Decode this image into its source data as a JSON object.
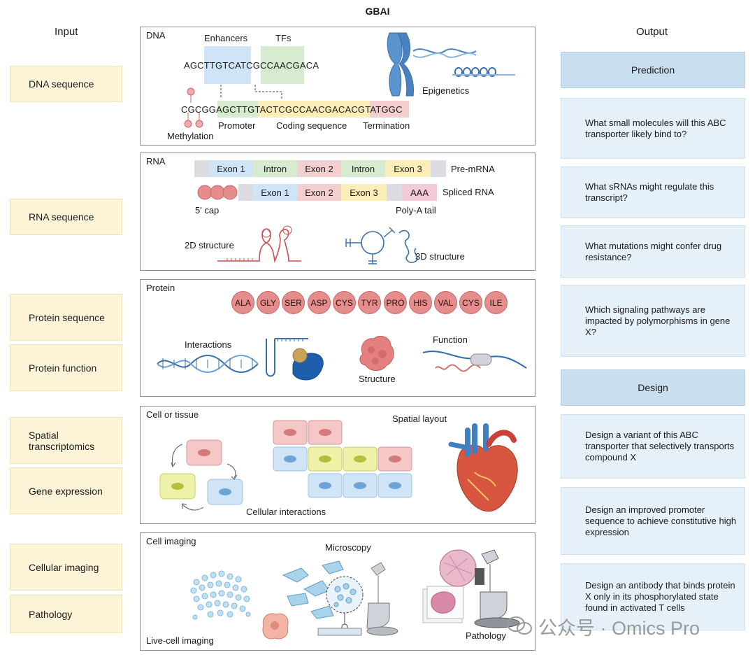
{
  "title": "GBAI",
  "columns": {
    "input": "Input",
    "output": "Output"
  },
  "inputs": [
    "DNA sequence",
    "RNA sequence",
    "Protein sequence",
    "Protein function",
    "Spatial transcriptomics",
    "Gene expression",
    "Cellular imaging",
    "Pathology"
  ],
  "dna": {
    "label": "DNA",
    "enhancers": "Enhancers",
    "tfs": "TFs",
    "seq_top": "AGCTTGTCATCGCCAACGACA",
    "seq_bottom": {
      "a": "CGCGG",
      "promoter": "AGCTTG",
      "coding": "TACTCGCCAACGACACG",
      "term": "TATGGC"
    },
    "epigenetics": "Epigenetics",
    "methylation": "Methylation",
    "promoter": "Promoter",
    "coding_sequence": "Coding sequence",
    "termination": "Termination"
  },
  "rna": {
    "label": "RNA",
    "pre": [
      "Exon 1",
      "Intron",
      "Exon 2",
      "Intron",
      "Exon 3"
    ],
    "pre_label": "Pre-mRNA",
    "spliced": [
      "Exon 1",
      "Exon 2",
      "Exon 3",
      "AAA"
    ],
    "spliced_label": "Spliced RNA",
    "cap": "5' cap",
    "polya": "Poly-A tail",
    "s2d": "2D structure",
    "s3d": "3D structure"
  },
  "protein": {
    "label": "Protein",
    "aminos": [
      "ALA",
      "GLY",
      "SER",
      "ASP",
      "CYS",
      "TYR",
      "PRO",
      "HIS",
      "VAL",
      "CYS",
      "ILE"
    ],
    "interactions": "Interactions",
    "structure": "Structure",
    "function": "Function"
  },
  "cell": {
    "label": "Cell or tissue",
    "spatial": "Spatial layout",
    "interactions": "Cellular interactions"
  },
  "imaging": {
    "label": "Cell imaging",
    "microscopy": "Microscopy",
    "live": "Live-cell imaging",
    "pathology": "Pathology"
  },
  "outputs": {
    "prediction": "Prediction",
    "prediction_items": [
      "What small molecules will this ABC transporter likely bind to?",
      "What sRNAs might regulate this transcript?",
      "What mutations might confer drug resistance?",
      "Which signaling pathways are impacted by polymorphisms in gene X?"
    ],
    "design": "Design",
    "design_items": [
      "Design a variant of this ABC transporter that selectively transports compound X",
      "Design an improved promoter sequence to achieve constitutive high expression",
      "Design an antibody that binds protein X only in its phosphorylated state found in activated T cells"
    ]
  },
  "watermark": "公众号 · Omics Pro",
  "colors": {
    "input_bg": "#fdf4d8",
    "output_bg": "#e5f0f9",
    "output_head": "#c9dff0",
    "exon": "#cfe5f7",
    "intron": "#d6ebcf",
    "exon2": "#f3cfcf",
    "exon3": "#fbeeb8",
    "amino": "#e58c8c"
  }
}
